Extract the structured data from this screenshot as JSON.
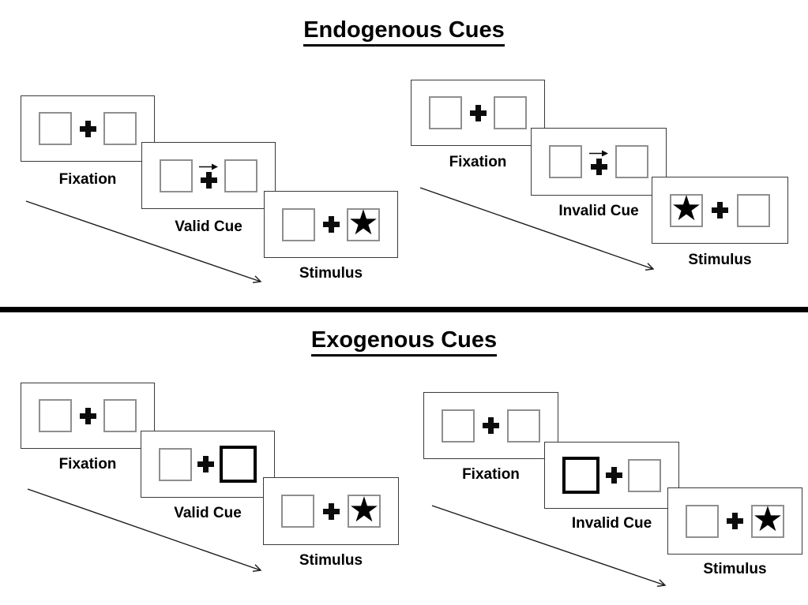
{
  "colors": {
    "background": "#ffffff",
    "panel_border": "#3a3a3a",
    "box_border": "#8f8f8f",
    "cue_highlight_border": "#000000",
    "text": "#000000",
    "divider": "#000000"
  },
  "glyphs": {
    "star": "★"
  },
  "sections": [
    {
      "title": "Endogenous Cues",
      "groups": [
        {
          "name": "valid-trial",
          "cue_style": "central-arrow-right",
          "panels": [
            {
              "label": "Fixation",
              "left_box": "empty",
              "right_box": "empty"
            },
            {
              "label": "Valid Cue",
              "left_box": "empty",
              "right_box": "empty",
              "cue": "arrow-right-above-cross"
            },
            {
              "label": "Stimulus",
              "left_box": "empty",
              "right_box": "star"
            }
          ]
        },
        {
          "name": "invalid-trial",
          "cue_style": "central-arrow-right",
          "panels": [
            {
              "label": "Fixation",
              "left_box": "empty",
              "right_box": "empty"
            },
            {
              "label": "Invalid Cue",
              "left_box": "empty",
              "right_box": "empty",
              "cue": "arrow-right-above-cross"
            },
            {
              "label": "Stimulus",
              "left_box": "star",
              "right_box": "empty"
            }
          ]
        }
      ]
    },
    {
      "title": "Exogenous Cues",
      "groups": [
        {
          "name": "valid-trial",
          "cue_style": "peripheral-box-highlight",
          "panels": [
            {
              "label": "Fixation",
              "left_box": "empty",
              "right_box": "empty"
            },
            {
              "label": "Valid Cue",
              "left_box": "empty",
              "right_box": "highlighted"
            },
            {
              "label": "Stimulus",
              "left_box": "empty",
              "right_box": "star"
            }
          ]
        },
        {
          "name": "invalid-trial",
          "cue_style": "peripheral-box-highlight",
          "panels": [
            {
              "label": "Fixation",
              "left_box": "empty",
              "right_box": "empty"
            },
            {
              "label": "Invalid Cue",
              "left_box": "highlighted",
              "right_box": "empty"
            },
            {
              "label": "Stimulus",
              "left_box": "empty",
              "right_box": "star"
            }
          ]
        }
      ]
    }
  ]
}
